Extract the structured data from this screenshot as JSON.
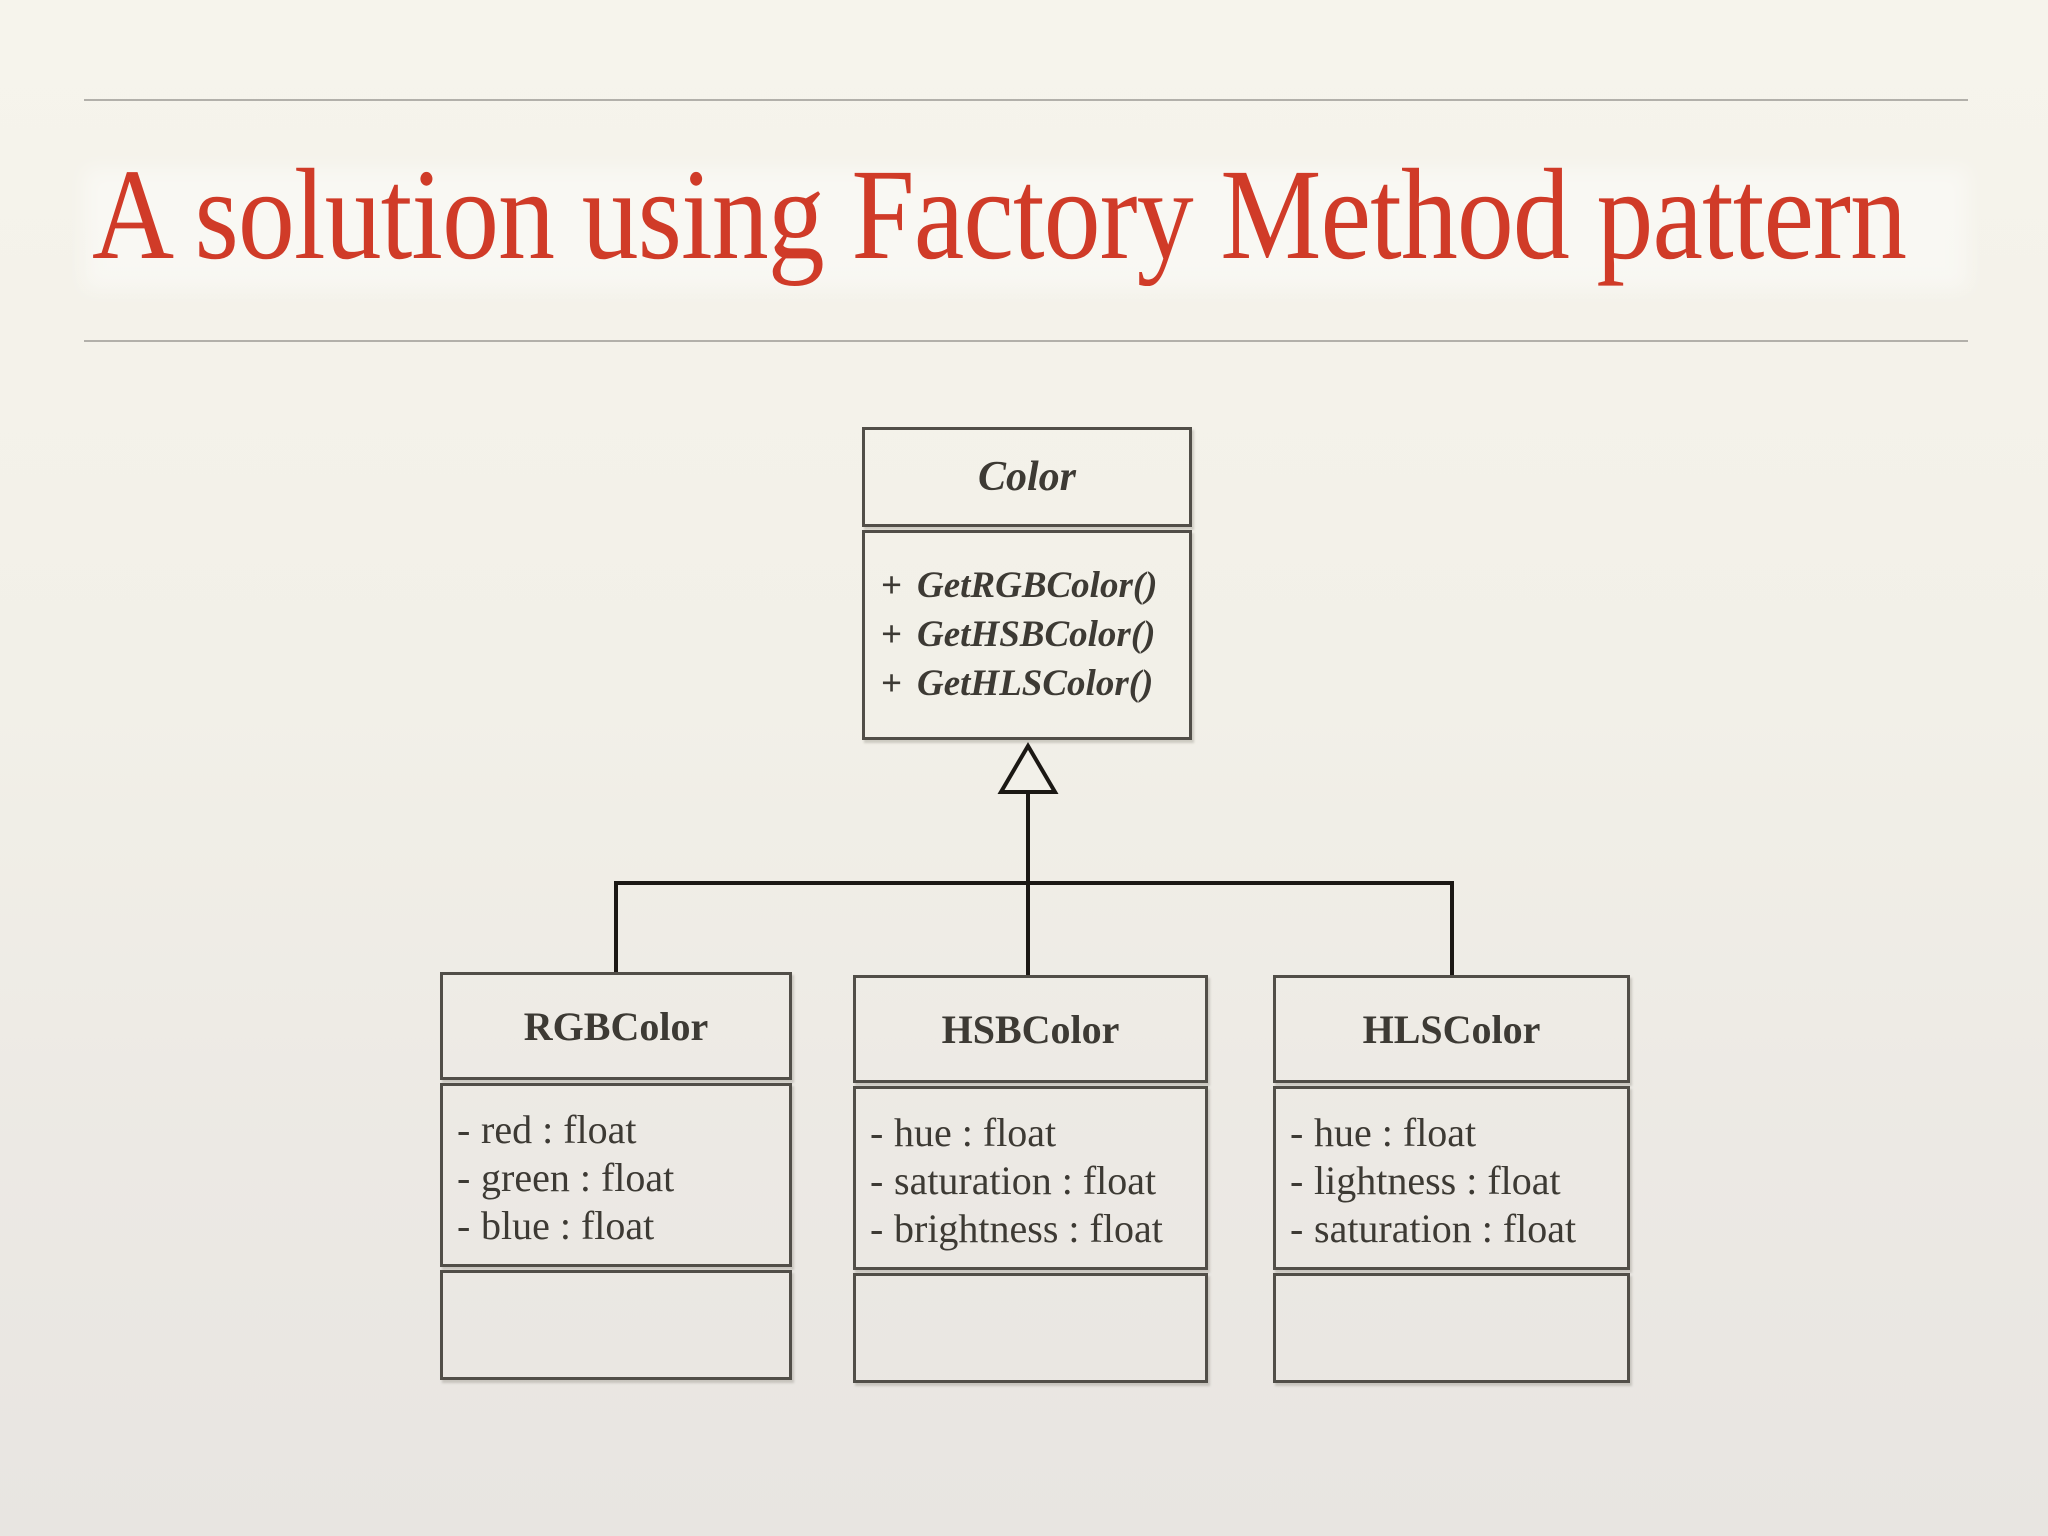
{
  "slide": {
    "title": "A solution using Factory Method pattern"
  },
  "colors": {
    "title": "#d03b28",
    "divider": "#b2b0aa",
    "box_border": "#514e48",
    "box_text": "#3d3a34",
    "connector": "#1b1814",
    "background_top": "#f6f4ec",
    "background_bottom": "#e8e5e1"
  },
  "diagram": {
    "type": "uml-class-diagram",
    "relationship": "inheritance",
    "parent": {
      "name": "Color",
      "methods": [
        {
          "vis": "+",
          "sig": "GetRGBColor()"
        },
        {
          "vis": "+",
          "sig": "GetHSBColor()"
        },
        {
          "vis": "+",
          "sig": "GetHLSColor()"
        }
      ]
    },
    "children": [
      {
        "name": "RGBColor",
        "attributes": [
          {
            "vis": "-",
            "text": "red : float"
          },
          {
            "vis": "-",
            "text": "green : float"
          },
          {
            "vis": "-",
            "text": "blue : float"
          }
        ]
      },
      {
        "name": "HSBColor",
        "attributes": [
          {
            "vis": "-",
            "text": "hue : float"
          },
          {
            "vis": "-",
            "text": "saturation : float"
          },
          {
            "vis": "-",
            "text": "brightness : float"
          }
        ]
      },
      {
        "name": "HLSColor",
        "attributes": [
          {
            "vis": "-",
            "text": "hue : float"
          },
          {
            "vis": "-",
            "text": "lightness : float"
          },
          {
            "vis": "-",
            "text": "saturation : float"
          }
        ]
      }
    ]
  }
}
